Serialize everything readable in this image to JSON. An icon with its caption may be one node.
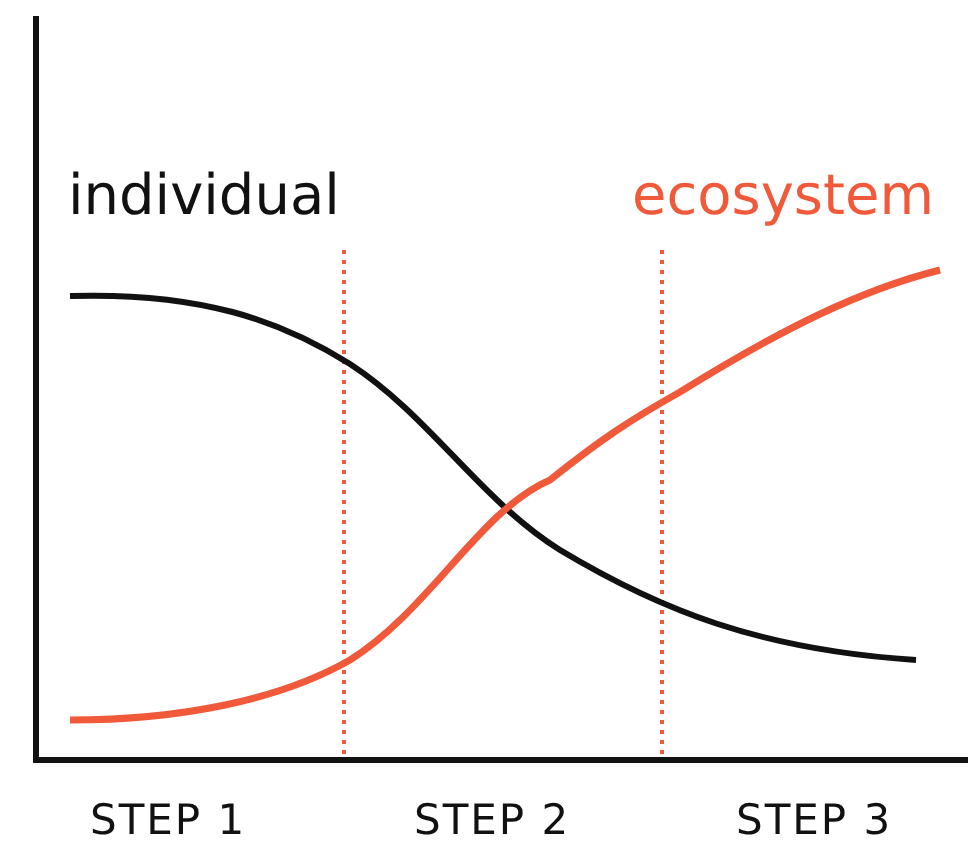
{
  "diagram": {
    "labels": [
      "individual",
      "ecosystem",
      "STEP 1",
      "STEP 2",
      "STEP 3"
    ]
  }
}
